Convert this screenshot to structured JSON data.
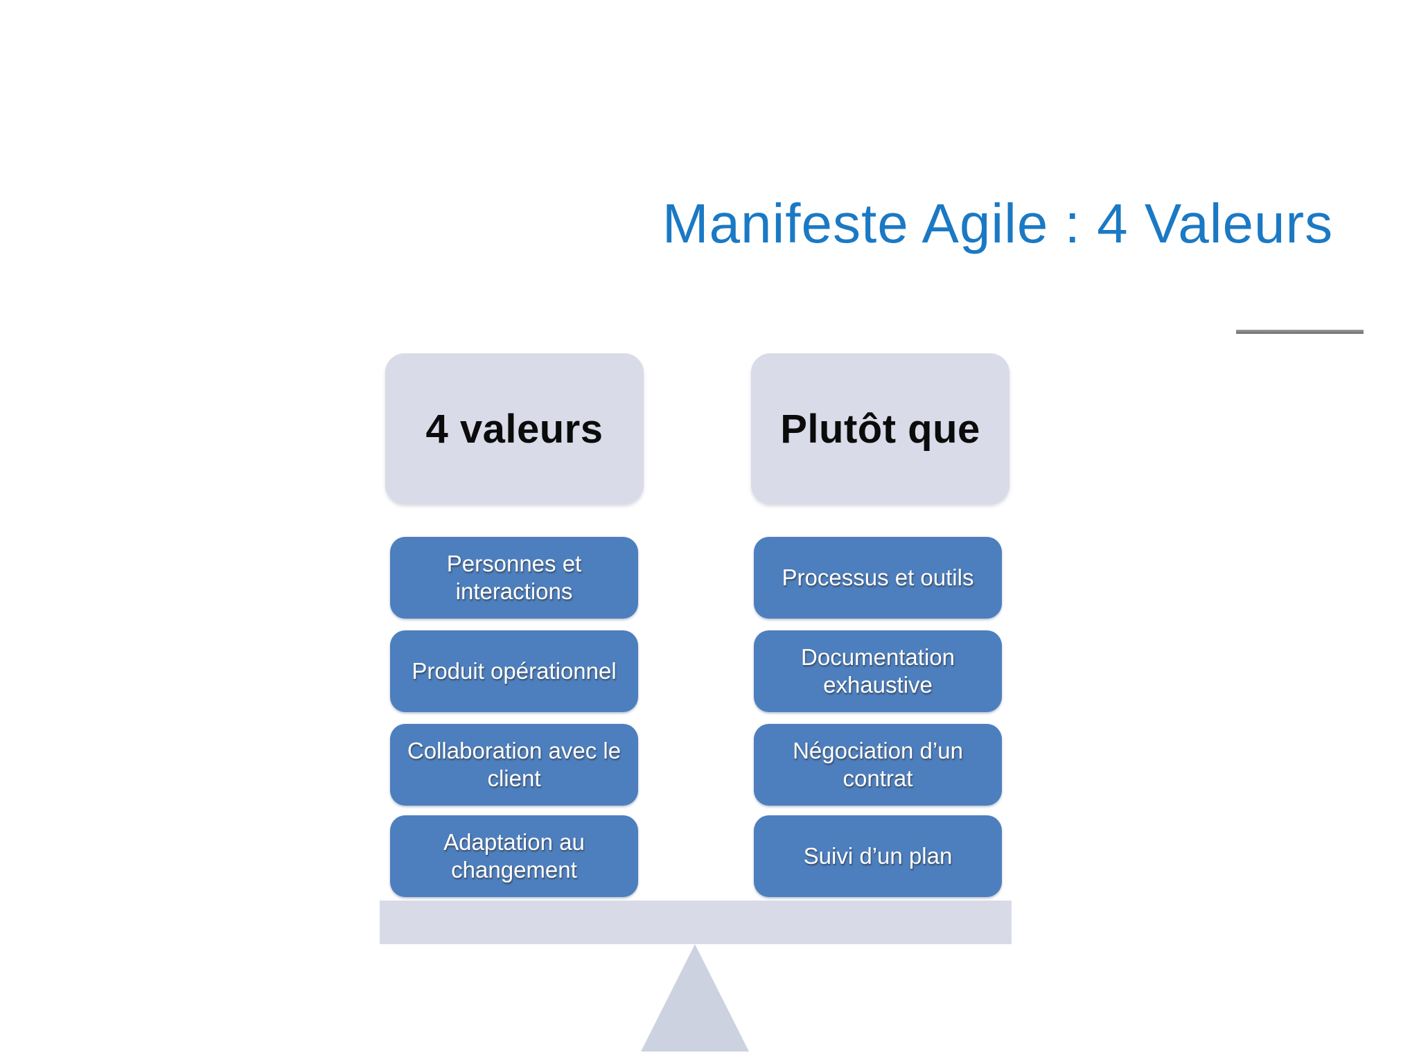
{
  "slide": {
    "title": "Manifeste Agile : 4 Valeurs",
    "title_color": "#1b79c4"
  },
  "balance": {
    "left": {
      "header": "4 valeurs",
      "items": [
        "Personnes et interactions",
        "Produit opérationnel",
        "Collaboration avec le client",
        "Adaptation au changement"
      ]
    },
    "right": {
      "header": "Plutôt que",
      "items": [
        "Processus et outils",
        "Documentation exhaustive",
        "Négociation d’un contrat",
        "Suivi d’un plan"
      ]
    }
  },
  "colors": {
    "title_text": "#1b79c4",
    "item_fill": "#4d7fbe",
    "item_text": "#ffffff",
    "header_fill": "#d9dbe8",
    "header_text": "#0b0b0b",
    "beam_fill": "#d8dbe7",
    "fulcrum_fill": "#ccd2e0",
    "decoration_line": "#7f7f7f"
  }
}
